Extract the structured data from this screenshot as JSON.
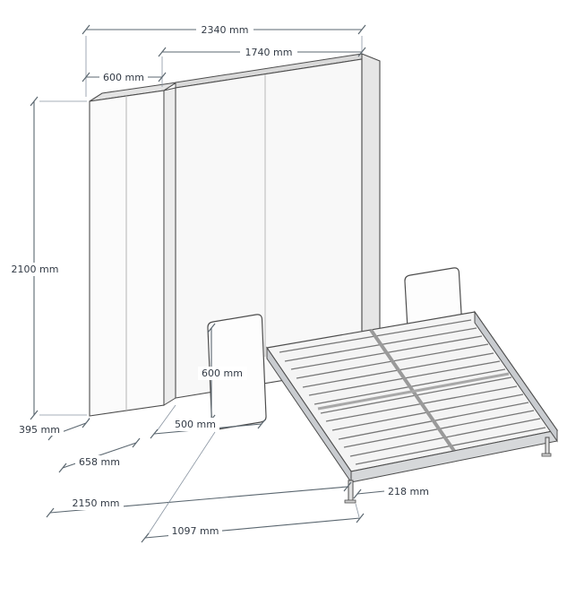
{
  "page": {
    "background": "#ffffff",
    "type": "furniture-dimension-diagram",
    "subject": "wall-bed-with-wardrobe-open-sofa-bed"
  },
  "style": {
    "outline_color": "#4d4d4d",
    "dimension_line_color": "#5b6770",
    "text_color": "#323a45",
    "panel_fill": "#f8f8f8",
    "shaded_fill": "#e3e3e3"
  },
  "dimensions": {
    "overall_width": "2340 mm",
    "bed_section_width": "1740 mm",
    "wardrobe_width": "600 mm",
    "overall_height": "2100 mm",
    "side_panel_height": "600 mm",
    "closed_depth": "395 mm",
    "side_panel_depth": "500 mm",
    "depth_with_panel": "658 mm",
    "open_depth": "2150 mm",
    "bed_floor_length": "1097 mm",
    "leg_height": "218 mm"
  }
}
